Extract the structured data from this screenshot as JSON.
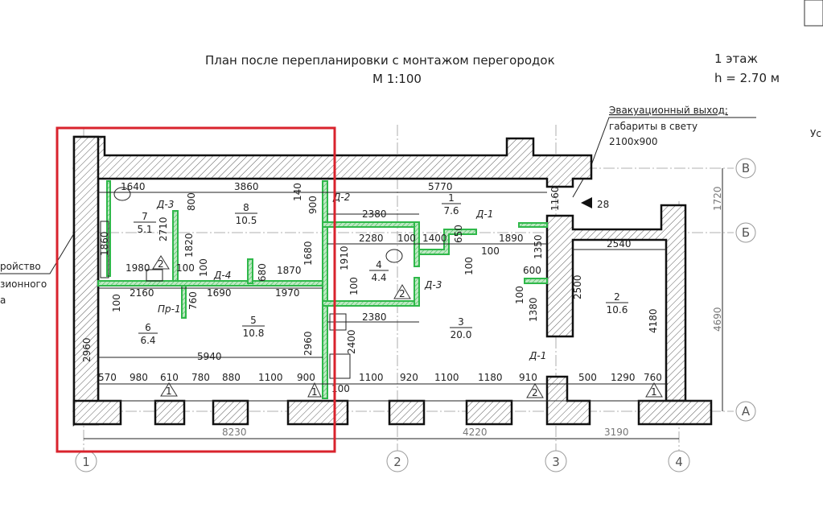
{
  "title": {
    "main": "План после перепланировки с монтажом перегородок",
    "scale": "М 1:100",
    "floor": "1 этаж",
    "height": "h = 2.70 м"
  },
  "evac_note": [
    "Эвакуационный выход;",
    "габариты в свету",
    "2100х900"
  ],
  "left_note": [
    "ройство",
    "зионного",
    "а"
  ],
  "right_cut_text": "Ус",
  "arrow_label": "28",
  "axes": {
    "rows": [
      "В",
      "Б",
      "А"
    ],
    "cols": [
      "1",
      "2",
      "3",
      "4"
    ]
  },
  "axis_dims": [
    "8230",
    "4220",
    "3190",
    "1720",
    "4690"
  ],
  "rooms": [
    {
      "num": "7",
      "area": "5.1"
    },
    {
      "num": "8",
      "area": "10.5"
    },
    {
      "num": "1",
      "area": "7.6"
    },
    {
      "num": "4",
      "area": "4.4"
    },
    {
      "num": "3",
      "area": "20.0"
    },
    {
      "num": "2",
      "area": "10.6"
    },
    {
      "num": "6",
      "area": "6.4"
    },
    {
      "num": "5",
      "area": "10.8"
    }
  ],
  "doors": [
    "Д-3",
    "Д-2",
    "Д-1",
    "Д-3",
    "Д-4",
    "Пр-1",
    "Д-1"
  ],
  "dims": [
    "1640",
    "3860",
    "140",
    "900",
    "800",
    "2710",
    "1820",
    "1860",
    "1980",
    "100",
    "100",
    "680",
    "1870",
    "1680",
    "2160",
    "1690",
    "1970",
    "760",
    "100",
    "5770",
    "1160",
    "2380",
    "2280",
    "100",
    "1400",
    "650",
    "1890",
    "100",
    "100",
    "1350",
    "600",
    "100",
    "1380",
    "1910",
    "100",
    "2380",
    "2400",
    "2960",
    "2960",
    "5940",
    "570",
    "980",
    "610",
    "780",
    "880",
    "1100",
    "900",
    "1100",
    "920",
    "1100",
    "1180",
    "910",
    "500",
    "1290",
    "760",
    "2540",
    "2500",
    "4180",
    "100"
  ],
  "markers": [
    "1",
    "2",
    "2",
    "1",
    "2",
    "1"
  ],
  "highlight_color": "#d9232d",
  "partition_color": "#2fb84a"
}
